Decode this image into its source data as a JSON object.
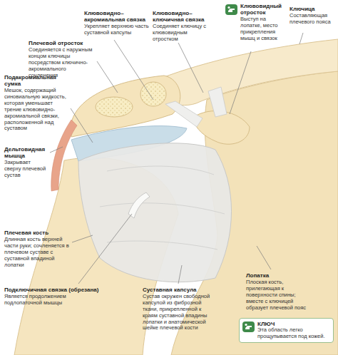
{
  "diagram": {
    "labels": [
      "Клювовидно–акромиальная связка",
      "Укрепляет верхнюю часть суставной капсулы",
      "Клювовидно–ключичная связка",
      "Соединяет ключицу с клювовидным отростком",
      "Клювовидный отросток",
      "Выступ на лопатке, место прикрепления мышц и связок",
      "Ключица",
      "Составляющая плечевого пояса",
      "Плечевой отросток",
      "Соединяется с наружным концом ключицы посредством ключично-акромиального сочленения",
      "Подакромиальная сумка",
      "Мешок, содержащий синовиальную жидкость, которая уменьшает трение клювовидно-акромиальной связки, расположенной над суставом",
      "Дельтовидная мышца",
      "Закрывает сверху плечевой сустав",
      "Плечевая кость",
      "Длинная кость верхней части руки; сочленяется в плечевом суставе с суставной впадиной лопатки",
      "Подключичная связка (обрезана)",
      "Является продолжением подлопаточной мышцы",
      "Суставная капсула",
      "Сустав окружен свободной капсулой из фиброзной ткани, прикрепленной к краям суставной впадины лопатки и анатомической шейке плечевой кости",
      "Лопатка",
      "Плоская кость, прилегающая к поверхности спины; вместе с ключицей образует плечевой пояс",
      "КЛЮЧ"
    ],
    "legend": [
      {
        "text": "Эта область легко прощупывается под кожей."
      }
    ]
  }
}
